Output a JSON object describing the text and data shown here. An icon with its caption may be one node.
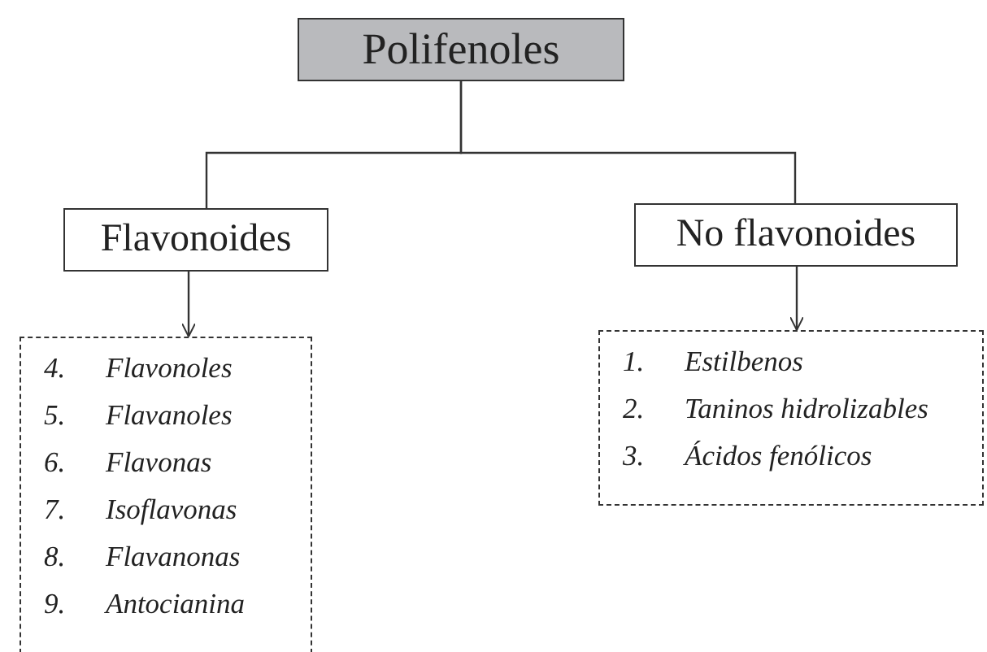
{
  "diagram": {
    "nodes": [
      {
        "text": [
          "Polifenoles"
        ]
      },
      {
        "text": [
          "Flavonoides"
        ]
      },
      {
        "text": [
          "No flavonoides"
        ]
      },
      {
        "text": [
          "4.",
          "Flavonoles",
          "5.",
          "Flavanoles",
          "6.",
          "Flavonas",
          "7.",
          "Isoflavonas",
          "8.",
          "Flavanonas",
          "9.",
          "Antocianina"
        ]
      },
      {
        "text": [
          "1.",
          "Estilbenos",
          "2.",
          "Taninos hidrolizables",
          "3.",
          "Ácidos fenólicos"
        ]
      }
    ],
    "edges": [
      {
        "from": 0,
        "to": 1,
        "arrow": "none"
      },
      {
        "from": 0,
        "to": 2,
        "arrow": "none"
      },
      {
        "from": 1,
        "to": 3,
        "arrow": "to"
      },
      {
        "from": 2,
        "to": 4,
        "arrow": "to"
      }
    ]
  }
}
